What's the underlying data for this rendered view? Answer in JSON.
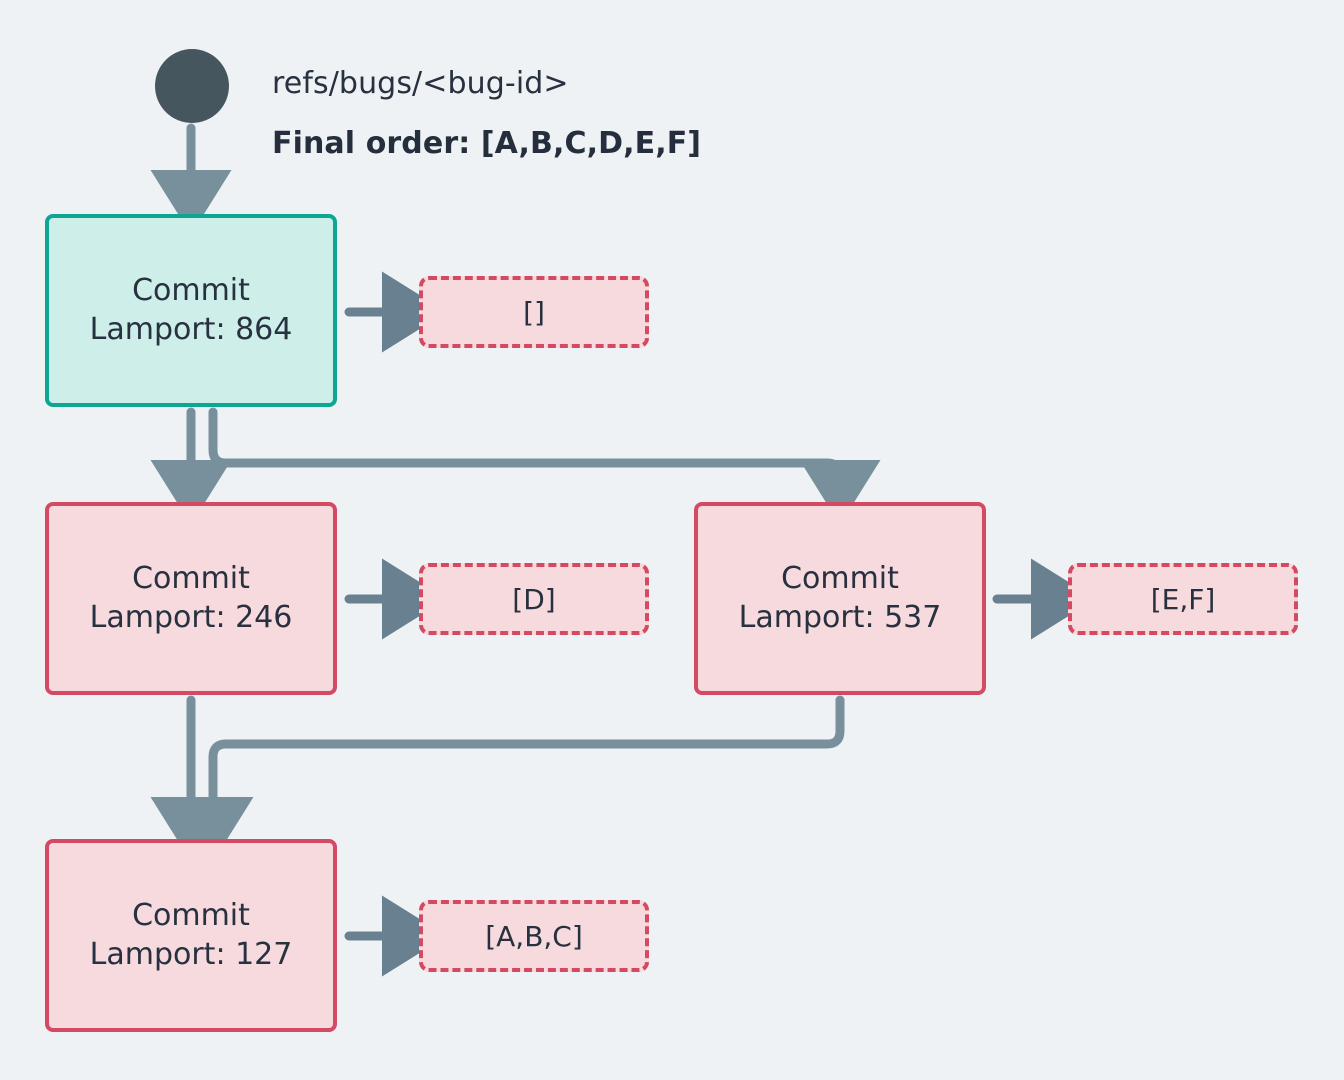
{
  "diagram": {
    "background_color": "#eff2f5",
    "root": {
      "icon": "filled-circle-node",
      "color": "#46565f"
    },
    "header": {
      "ref_label": "refs/bugs/<bug-id>",
      "final_order_label": "Final order: [A,B,C,D,E,F]"
    },
    "palette": {
      "teal_fill": "#cdeee9",
      "teal_border": "#0ca693",
      "pink_fill": "#f7dade",
      "pink_border": "#d44a63",
      "arrow": "#68808f",
      "text": "#27313f"
    },
    "nodes": [
      {
        "id": "commit-864",
        "title": "Commit",
        "lamport": "Lamport: 864",
        "style": "teal",
        "payload": "[]"
      },
      {
        "id": "commit-246",
        "title": "Commit",
        "lamport": "Lamport: 246",
        "style": "pink",
        "payload": "[D]"
      },
      {
        "id": "commit-537",
        "title": "Commit",
        "lamport": "Lamport: 537",
        "style": "pink",
        "payload": "[E,F]"
      },
      {
        "id": "commit-127",
        "title": "Commit",
        "lamport": "Lamport: 127",
        "style": "pink",
        "payload": "[A,B,C]"
      }
    ]
  }
}
